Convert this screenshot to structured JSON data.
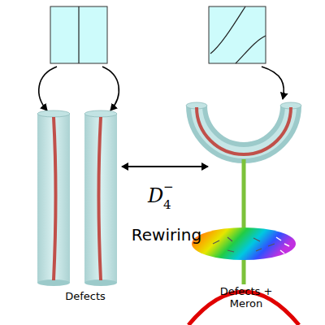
{
  "diagram": {
    "labels": [
      "Defects",
      "D",
      "4",
      "−",
      "Rewiring",
      "Defects + Meron"
    ]
  }
}
